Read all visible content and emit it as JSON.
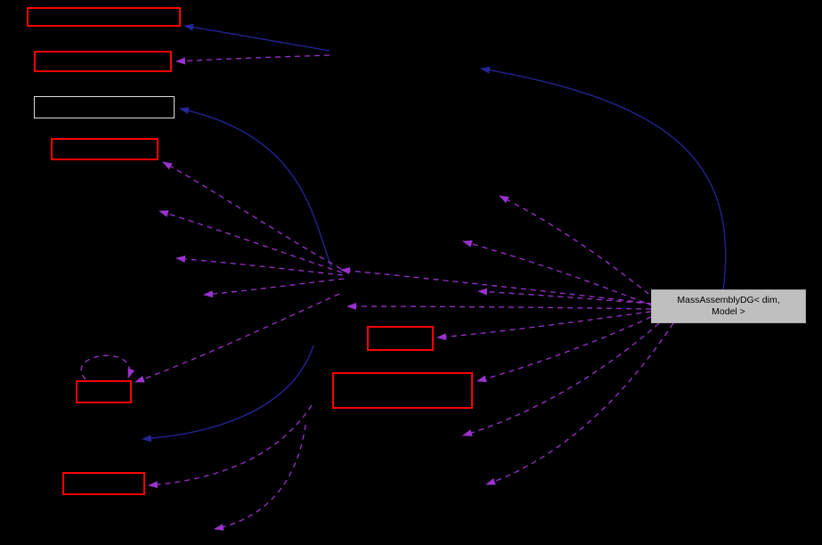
{
  "diagram": {
    "main_node": {
      "line1": "MassAssemblyDG< dim,",
      "line2": "Model >",
      "full_label": "MassAssemblyDG< dim, Model >"
    },
    "colors": {
      "background": "#000000",
      "edge-solid": "#252599",
      "edge-dashed": "#9a32cd",
      "node-border-red": "#ff0000",
      "node-border-light": "#dcdcdc",
      "node-fill": "#000000",
      "main-node-fill": "#bfbfbf",
      "main-node-border": "#a8a8a8",
      "main-node-text": "#000000"
    },
    "nodes": [
      {
        "id": "box-1",
        "border": "red",
        "label": ""
      },
      {
        "id": "box-2",
        "border": "red",
        "label": ""
      },
      {
        "id": "box-3",
        "border": "light",
        "label": ""
      },
      {
        "id": "box-4",
        "border": "red",
        "label": ""
      },
      {
        "id": "box-5",
        "border": "red",
        "label": ""
      },
      {
        "id": "box-6",
        "border": "red",
        "label": ""
      },
      {
        "id": "box-7",
        "border": "red",
        "label": ""
      },
      {
        "id": "box-8",
        "border": "red",
        "label": ""
      },
      {
        "id": "main-node",
        "border": "none",
        "label": "MassAssemblyDG< dim, Model >"
      }
    ]
  }
}
